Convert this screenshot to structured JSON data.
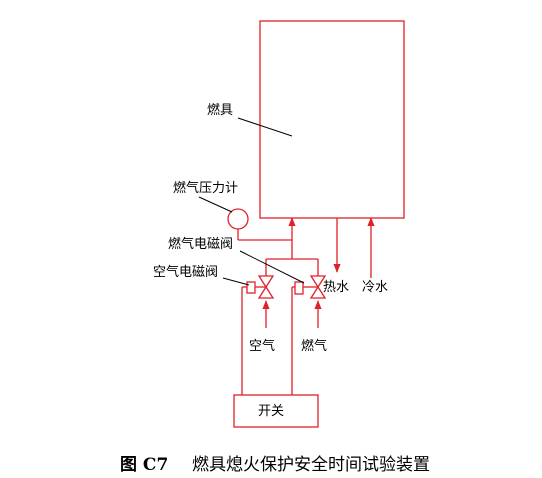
{
  "colors": {
    "pipe": "#e0202a",
    "leader": "#000000",
    "text": "#000000"
  },
  "labels": {
    "appliance": "燃具",
    "pressure_gauge": "燃气压力计",
    "gas_solenoid_valve": "燃气电磁阀",
    "air_solenoid_valve": "空气电磁阀",
    "hot_water": "热水",
    "cold_water": "冷水",
    "air": "空气",
    "gas": "燃气",
    "switch": "开关"
  },
  "caption": {
    "figure_no": "图 C7",
    "title": "燃具熄火保护安全时间试验装置"
  }
}
